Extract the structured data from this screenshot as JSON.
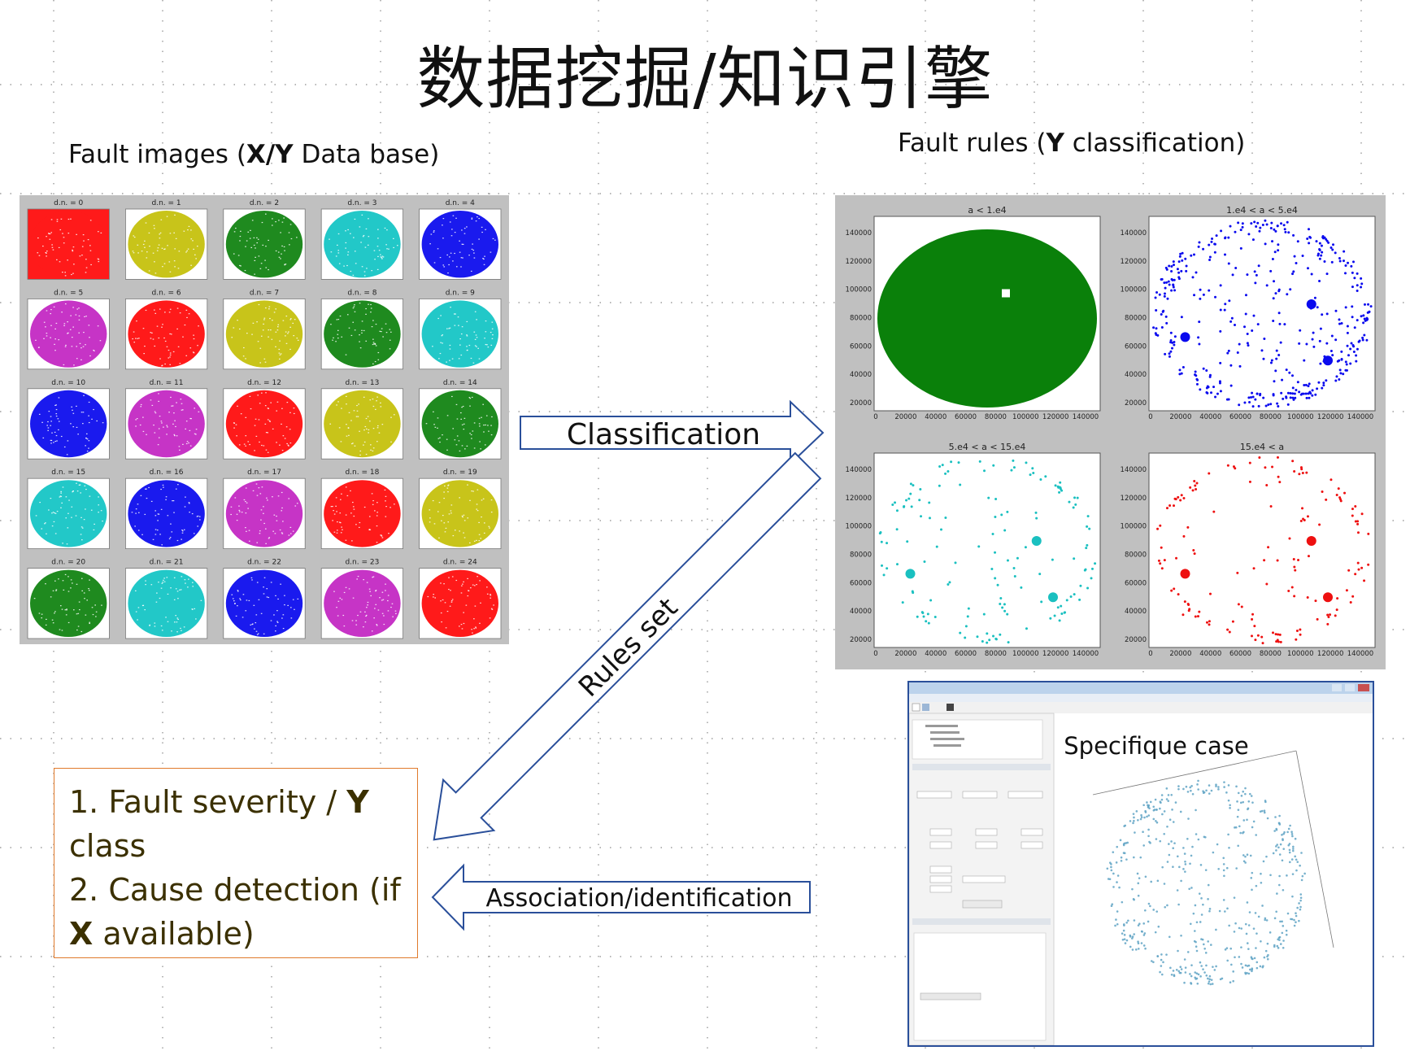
{
  "title": "数据挖掘/知识引擎",
  "left_caption": {
    "prefix": "Fault images (",
    "bold": "X/Y",
    "suffix": " Data base)"
  },
  "right_caption": {
    "prefix": "Fault rules (",
    "bold": "Y",
    "suffix": " classification)"
  },
  "grid_cells": [
    {
      "label": "d.n. = 0",
      "color": "#ff1a1a"
    },
    {
      "label": "d.n. = 1",
      "color": "#c8c41a"
    },
    {
      "label": "d.n. = 2",
      "color": "#1f8a1f"
    },
    {
      "label": "d.n. = 3",
      "color": "#22c8c8"
    },
    {
      "label": "d.n. = 4",
      "color": "#1a1aee"
    },
    {
      "label": "d.n. = 5",
      "color": "#c634c6"
    },
    {
      "label": "d.n. = 6",
      "color": "#ff1a1a"
    },
    {
      "label": "d.n. = 7",
      "color": "#c8c41a"
    },
    {
      "label": "d.n. = 8",
      "color": "#1f8a1f"
    },
    {
      "label": "d.n. = 9",
      "color": "#22c8c8"
    },
    {
      "label": "d.n. = 10",
      "color": "#1a1aee"
    },
    {
      "label": "d.n. = 11",
      "color": "#c634c6"
    },
    {
      "label": "d.n. = 12",
      "color": "#ff1a1a"
    },
    {
      "label": "d.n. = 13",
      "color": "#c8c41a"
    },
    {
      "label": "d.n. = 14",
      "color": "#1f8a1f"
    },
    {
      "label": "d.n. = 15",
      "color": "#22c8c8"
    },
    {
      "label": "d.n. = 16",
      "color": "#1a1aee"
    },
    {
      "label": "d.n. = 17",
      "color": "#c634c6"
    },
    {
      "label": "d.n. = 18",
      "color": "#ff1a1a"
    },
    {
      "label": "d.n. = 19",
      "color": "#c8c41a"
    },
    {
      "label": "d.n. = 20",
      "color": "#1f8a1f"
    },
    {
      "label": "d.n. = 21",
      "color": "#22c8c8"
    },
    {
      "label": "d.n. = 22",
      "color": "#1a1aee"
    },
    {
      "label": "d.n. = 23",
      "color": "#c634c6"
    },
    {
      "label": "d.n. = 24",
      "color": "#ff1a1a"
    }
  ],
  "rule_plots": [
    {
      "title": "a < 1.e4",
      "color": "#0a800a",
      "style": "dense"
    },
    {
      "title": "1.e4 < a < 5.e4",
      "color": "#0a0aee",
      "style": "sparse"
    },
    {
      "title": "5.e4 < a < 15.e4",
      "color": "#1ac0c0",
      "style": "edge"
    },
    {
      "title": "15.e4 < a",
      "color": "#ee1010",
      "style": "edge"
    }
  ],
  "y_ticks": [
    "140000",
    "120000",
    "100000",
    "80000",
    "60000",
    "40000",
    "20000"
  ],
  "x_ticks": [
    "0",
    "20000",
    "40000",
    "60000",
    "80000",
    "100000",
    "120000",
    "140000"
  ],
  "arrows": {
    "classification": "Classification",
    "rules_set": "Rules set",
    "association": "Association/identification"
  },
  "specific_case": "Specifique case",
  "results": {
    "line1_prefix": "1. Fault severity / ",
    "line1_bold": "Y",
    "line2": "class",
    "line3": "2. Cause detection (if",
    "line4_bold": "X",
    "line4_suffix": " available)"
  },
  "colors": {
    "arrow_stroke": "#2a4f9a",
    "box_border": "#e07a2c",
    "result_text": "#3b3000"
  }
}
